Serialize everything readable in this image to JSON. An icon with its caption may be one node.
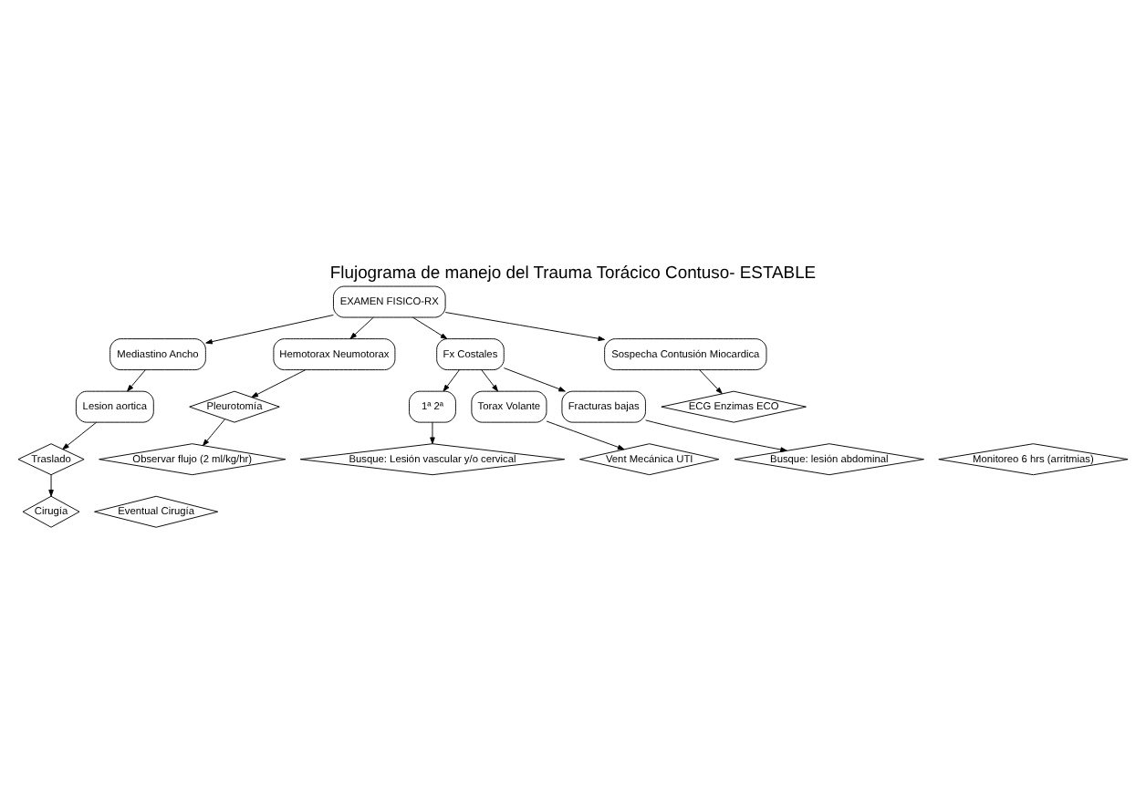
{
  "diagram": {
    "title": "Flujograma de manejo del Trauma Torácico Contuso- ESTABLE",
    "nodes": [
      {
        "text": [
          "EXAMEN FISICO-RX"
        ]
      },
      {
        "text": [
          "Mediastino Ancho"
        ]
      },
      {
        "text": [
          "Hemotorax Neumotorax"
        ]
      },
      {
        "text": [
          "Fx Costales"
        ]
      },
      {
        "text": [
          "Sospecha Contusión Miocardica"
        ]
      },
      {
        "text": [
          "Lesion aortica"
        ]
      },
      {
        "text": [
          "Traslado"
        ]
      },
      {
        "text": [
          "Cirugía"
        ]
      },
      {
        "text": [
          "Pleurotomía"
        ]
      },
      {
        "text": [
          "Observar flujo (2 ml/kg/hr)"
        ]
      },
      {
        "text": [
          "Eventual Cirugía"
        ]
      },
      {
        "text": [
          "1ª 2ª"
        ]
      },
      {
        "text": [
          "Torax Volante"
        ]
      },
      {
        "text": [
          "Fracturas bajas"
        ]
      },
      {
        "text": [
          "Busque: Lesión vascular y/o cervical"
        ]
      },
      {
        "text": [
          "Vent Mecánica UTI"
        ]
      },
      {
        "text": [
          "Busque: lesión abdominal"
        ]
      },
      {
        "text": [
          "ECG Enzimas ECO"
        ]
      },
      {
        "text": [
          "Monitoreo 6 hrs (arritmias)"
        ]
      }
    ],
    "edges": [
      {
        "from": 0,
        "to": 1,
        "arrow": "to"
      },
      {
        "from": 0,
        "to": 2,
        "arrow": "to"
      },
      {
        "from": 0,
        "to": 3,
        "arrow": "to"
      },
      {
        "from": 0,
        "to": 4,
        "arrow": "to"
      },
      {
        "from": 1,
        "to": 5,
        "arrow": "to"
      },
      {
        "from": 5,
        "to": 6,
        "arrow": "to"
      },
      {
        "from": 6,
        "to": 7,
        "arrow": "to"
      },
      {
        "from": 2,
        "to": 8,
        "arrow": "to"
      },
      {
        "from": 8,
        "to": 9,
        "arrow": "to"
      },
      {
        "from": 3,
        "to": 11,
        "arrow": "to"
      },
      {
        "from": 3,
        "to": 12,
        "arrow": "to"
      },
      {
        "from": 3,
        "to": 13,
        "arrow": "to"
      },
      {
        "from": 11,
        "to": 14,
        "arrow": "to"
      },
      {
        "from": 12,
        "to": 15,
        "arrow": "to"
      },
      {
        "from": 13,
        "to": 16,
        "arrow": "to"
      },
      {
        "from": 4,
        "to": 17,
        "arrow": "to"
      }
    ]
  }
}
